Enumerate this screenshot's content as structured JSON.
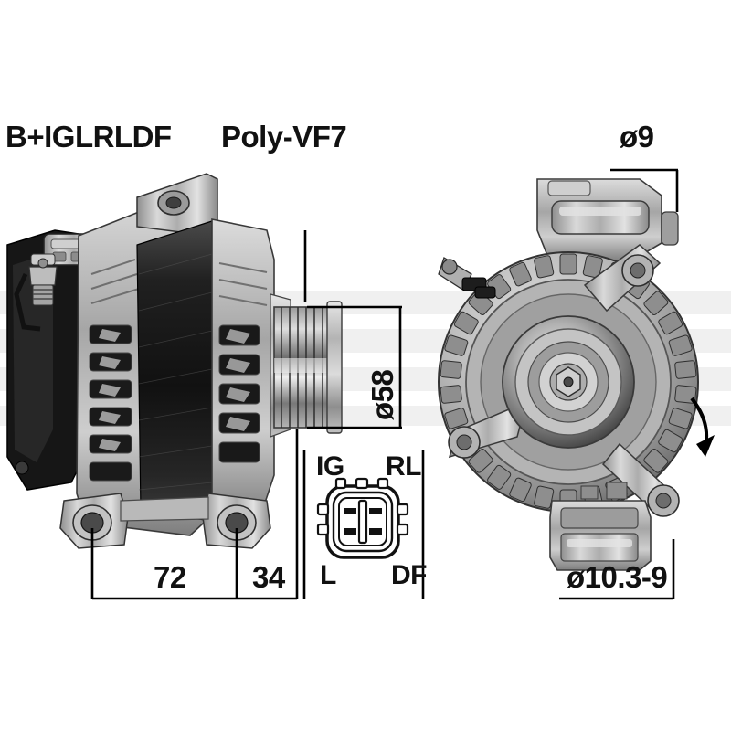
{
  "diagram": {
    "title_labels": {
      "terminals": "B+IGLRLDF",
      "pulley_type": "Poly-VF7",
      "top_right_diameter": "ø9"
    },
    "dimensions": {
      "pulley_diameter": "ø58",
      "mount_span_left": "72",
      "mount_span_right": "34",
      "mount_hole_diameter": "ø10.3-9"
    },
    "connector": {
      "pin_top_left": "IG",
      "pin_top_right": "RL",
      "pin_bottom_left": "L",
      "pin_bottom_right": "DF"
    },
    "rotation_indicator": "clockwise-rotation-arrow",
    "colors": {
      "line": "#000000",
      "text": "#111111",
      "metal_light": "#d8d8d8",
      "metal_mid": "#a8a8a8",
      "metal_dark": "#585858",
      "body_black": "#1c1c1c",
      "background": "#ffffff",
      "watermark": "#f0f0f0"
    }
  }
}
